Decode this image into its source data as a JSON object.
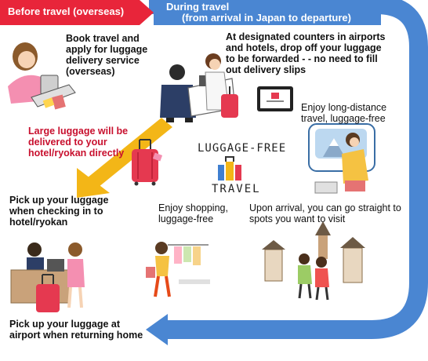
{
  "colors": {
    "before_banner": "#e8253a",
    "during_banner": "#4a86d2",
    "flow_band": "#4a86d2",
    "arrow_yellow": "#f3b617",
    "accent_red": "#c8102e"
  },
  "icons": [
    "suitcase-icon",
    "airport-counter-illustration",
    "tablet-icon",
    "train-illustration",
    "shopping-illustration",
    "temple-street-illustration",
    "laptop-illustration",
    "hotel-desk-illustration",
    "luggage-free-logo"
  ],
  "banners": {
    "before": "Before travel (overseas)",
    "during_line1": "During travel",
    "during_line2": "(from arrival in Japan to departure)"
  },
  "steps": {
    "book": "Book travel and apply for luggage delivery service (overseas)",
    "drop_off": "At designated counters in airports and hotels, drop off your luggage to be forwarded - - no need to fill out delivery slips",
    "long_distance": "Enjoy long-distance travel, luggage-free",
    "large_luggage": "Large luggage will be delivered to your hotel/ryokan directly",
    "pick_up_hotel": "Pick up your luggage when checking in to hotel/ryokan",
    "shopping": "Enjoy shopping, luggage-free",
    "arrival": "Upon arrival, you can go straight to spots you want to visit",
    "pick_up_airport": "Pick up your luggage at airport when returning home"
  },
  "logo": {
    "top": "LUGGAGE-FREE",
    "bottom": "TRAVEL"
  }
}
